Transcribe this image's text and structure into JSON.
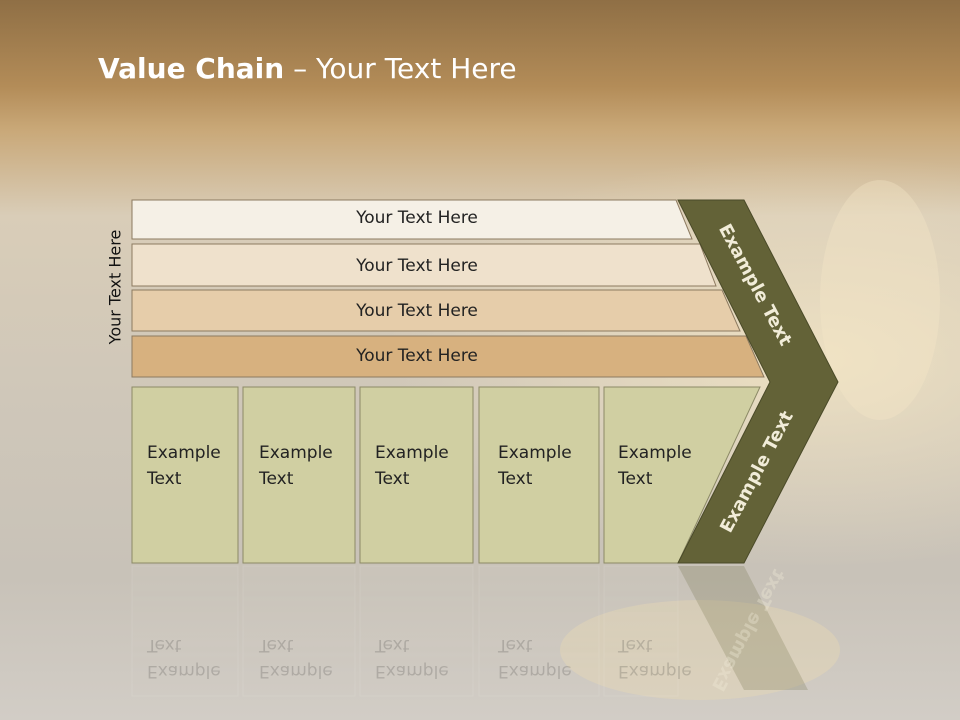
{
  "slide": {
    "title_bold": "Value Chain",
    "title_rest": " – Your Text Here",
    "side_label": "Your Text Here"
  },
  "rows": [
    {
      "label": "Your Text Here",
      "color": "#f5f0e6"
    },
    {
      "label": "Your Text Here",
      "color": "#efe1cc"
    },
    {
      "label": "Your Text Here",
      "color": "#e6cdaa"
    },
    {
      "label": "Your Text Here",
      "color": "#d7b17f"
    }
  ],
  "columns": [
    {
      "line1": "Example",
      "line2": "Text"
    },
    {
      "line1": "Example",
      "line2": "Text"
    },
    {
      "line1": "Example",
      "line2": "Text"
    },
    {
      "line1": "Example",
      "line2": "Text"
    },
    {
      "line1": "Example",
      "line2": "Text"
    }
  ],
  "chevron": {
    "upper_label": "Example Text",
    "lower_label": "Example Text",
    "color": "#636237"
  },
  "colors": {
    "column_fill": "#d0cfa2",
    "header_band": "#b8945e"
  }
}
